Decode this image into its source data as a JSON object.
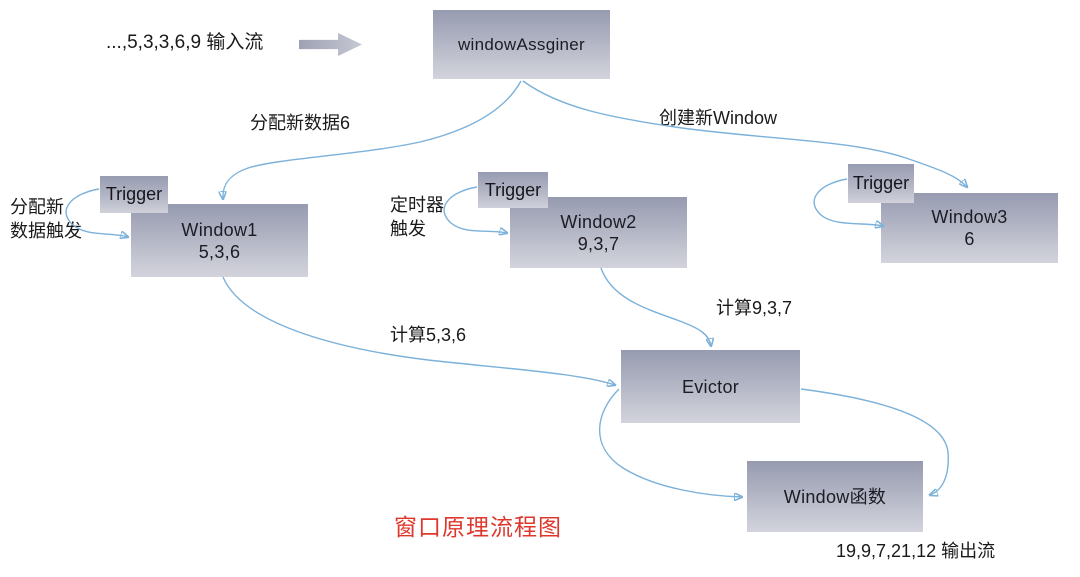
{
  "title": {
    "text": "窗口原理流程图",
    "color": "#de382c"
  },
  "streams": {
    "input_label": "...,5,3,3,6,9 输入流",
    "output_label": "19,9,7,21,12 输出流"
  },
  "nodes": {
    "window_assigner": {
      "label": "windowAssginer"
    },
    "trigger1": {
      "label": "Trigger"
    },
    "trigger2": {
      "label": "Trigger"
    },
    "trigger3": {
      "label": "Trigger"
    },
    "window1": {
      "name": "Window1",
      "values": "5,3,6"
    },
    "window2": {
      "name": "Window2",
      "values": "9,3,7"
    },
    "window3": {
      "name": "Window3",
      "values": "6"
    },
    "evictor": {
      "label": "Evictor"
    },
    "window_function": {
      "label": "Window函数"
    }
  },
  "edge_labels": {
    "assign_new_data": "分配新数据6",
    "create_new_window": "创建新Window",
    "assign_trigger_line1": "分配新",
    "assign_trigger_line2": "数据触发",
    "timer_trigger_line1": "定时器",
    "timer_trigger_line2": "触发",
    "compute_window1": "计算5,3,6",
    "compute_window2": "计算9,3,7"
  },
  "edges": [
    {
      "from": "input-stream",
      "to": "window_assigner",
      "style": "gray-block-arrow"
    },
    {
      "from": "window_assigner",
      "to": "window1",
      "label": "分配新数据6"
    },
    {
      "from": "window_assigner",
      "to": "window3",
      "label": "创建新Window"
    },
    {
      "from": "trigger1",
      "to": "window1",
      "label": "分配新数据触发"
    },
    {
      "from": "trigger2",
      "to": "window2",
      "label": "定时器触发"
    },
    {
      "from": "trigger3",
      "to": "window3",
      "label": ""
    },
    {
      "from": "window1",
      "to": "evictor",
      "label": "计算5,3,6"
    },
    {
      "from": "window2",
      "to": "evictor",
      "label": "计算9,3,7"
    },
    {
      "from": "evictor",
      "to": "window_function",
      "label": ""
    },
    {
      "from": "evictor",
      "to": "window_function",
      "label": ""
    }
  ],
  "colors": {
    "node_gradient_top": "#979bb0",
    "node_gradient_bottom": "#d2d3dc",
    "arrow_stroke": "#7cb1d9",
    "title_red": "#de382c",
    "text_dark": "#1c1c24",
    "block_arrow_start": "#9ea1b4",
    "block_arrow_end": "#c6c8d3"
  }
}
